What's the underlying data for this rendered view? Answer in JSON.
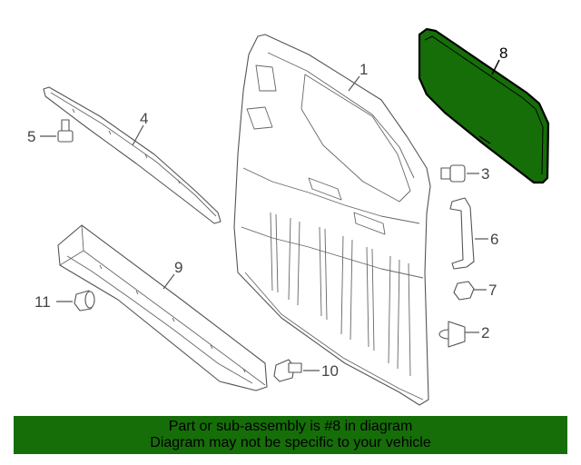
{
  "callouts": {
    "c1": "1",
    "c2": "2",
    "c3": "3",
    "c4": "4",
    "c5": "5",
    "c6": "6",
    "c7": "7",
    "c8": "8",
    "c9": "9",
    "c10": "10",
    "c11": "11"
  },
  "highlight": {
    "part_number": "8",
    "fill": "#166e09",
    "stroke": "#000000"
  },
  "banner": {
    "line1": "Part or sub-assembly is #8 in diagram",
    "line2": "Diagram may not be specific to your vehicle",
    "background": "#166e09"
  }
}
